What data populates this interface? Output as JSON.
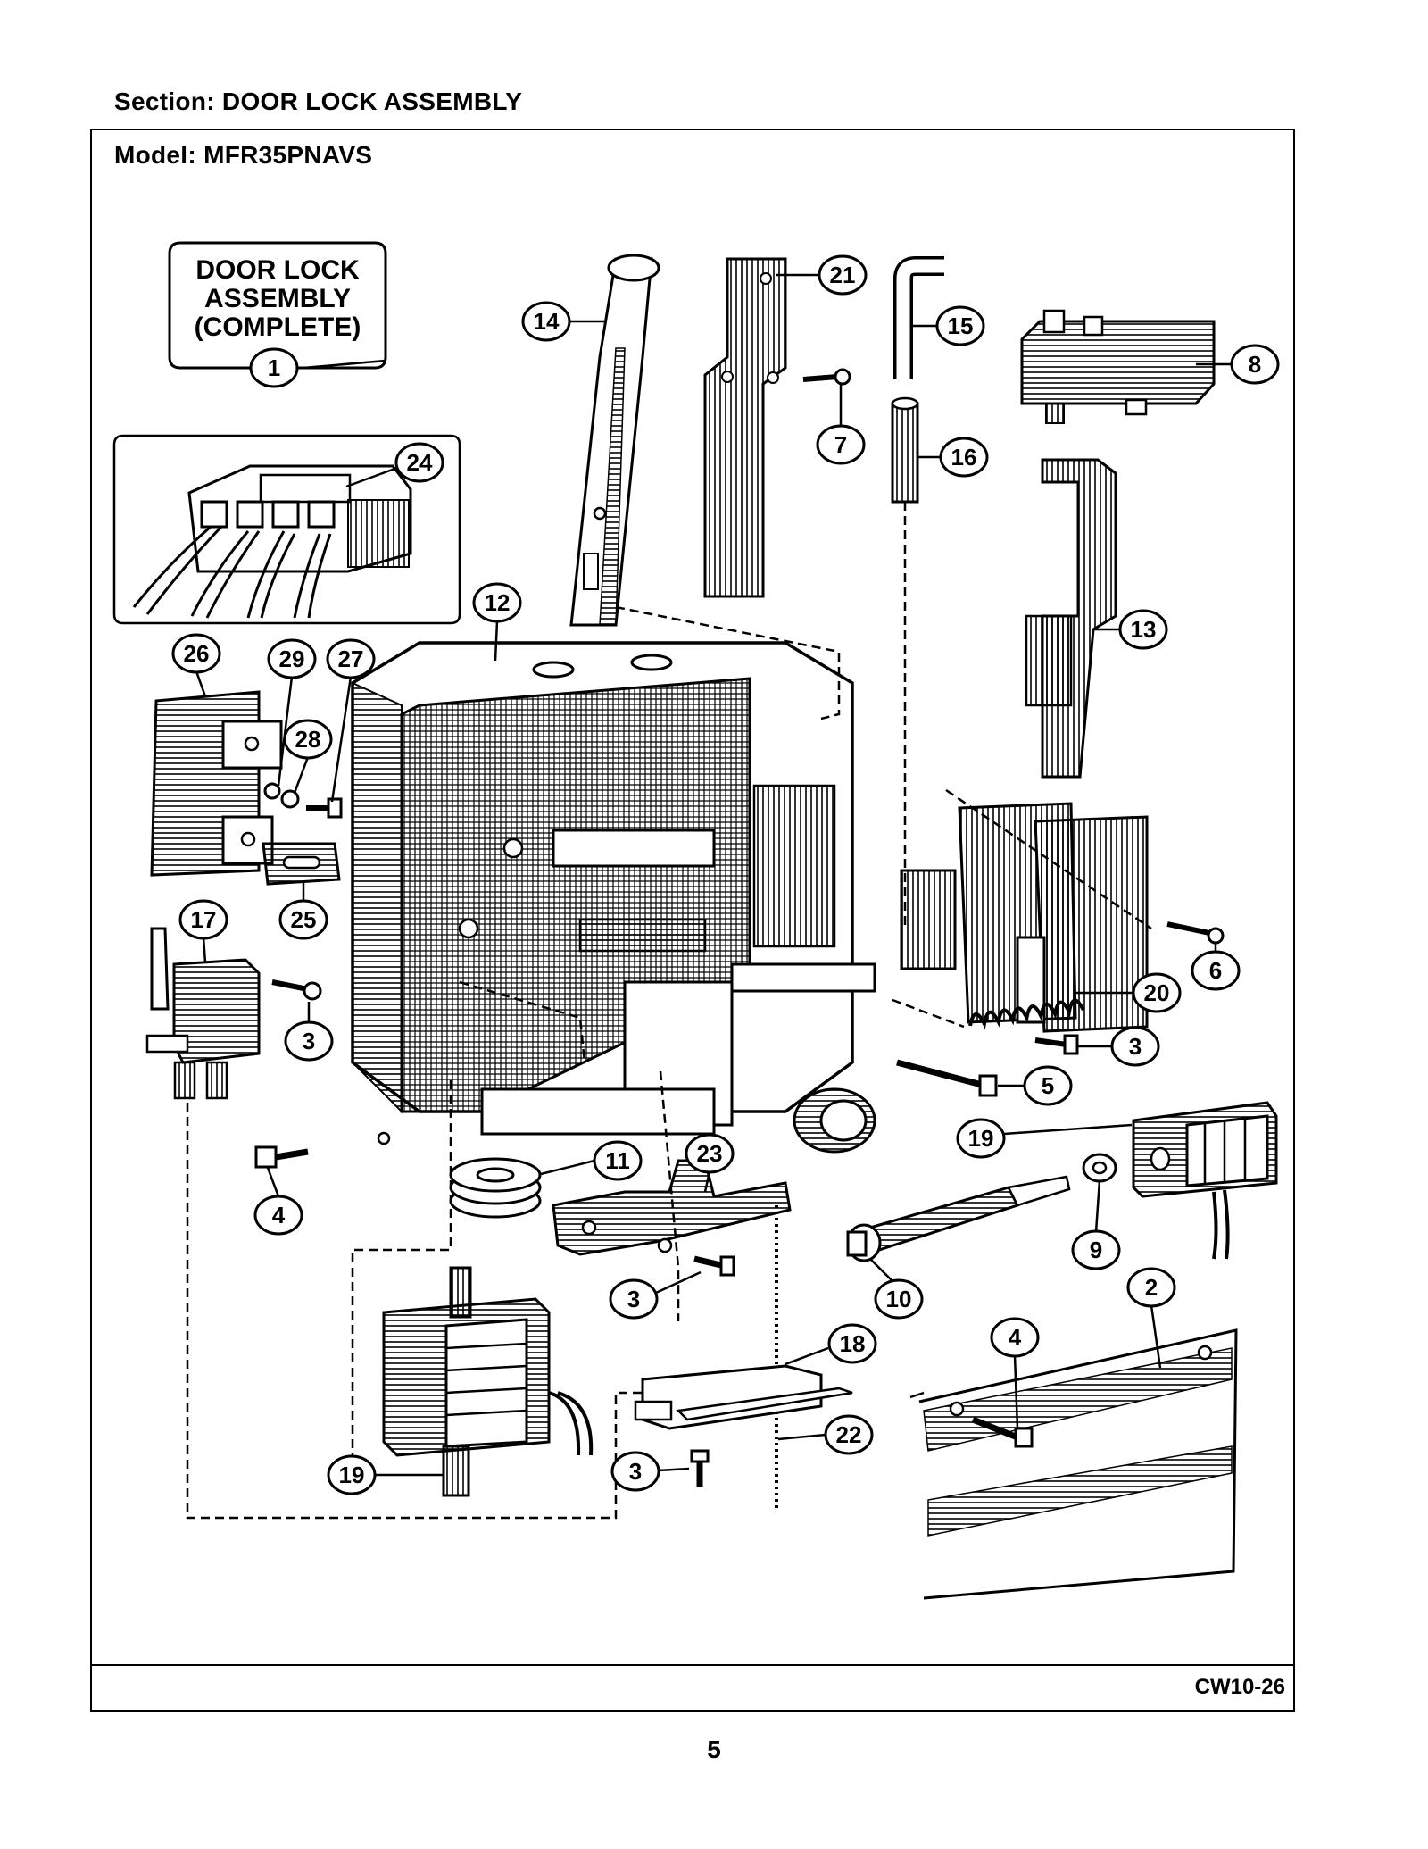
{
  "header": {
    "section": "Section:  DOOR LOCK ASSEMBLY",
    "model": "Model:  MFR35PNAVS"
  },
  "footer": {
    "code": "CW10-26",
    "page": "5"
  },
  "assembly_box": {
    "line1": "DOOR LOCK",
    "line2": "ASSEMBLY",
    "line3": "(COMPLETE)",
    "number": "1"
  },
  "callouts": [
    "1",
    "2",
    "3",
    "4",
    "5",
    "6",
    "7",
    "8",
    "9",
    "10",
    "11",
    "12",
    "13",
    "14",
    "15",
    "16",
    "17",
    "18",
    "19",
    "20",
    "21",
    "22",
    "23",
    "24",
    "25",
    "26",
    "27",
    "28",
    "29"
  ]
}
